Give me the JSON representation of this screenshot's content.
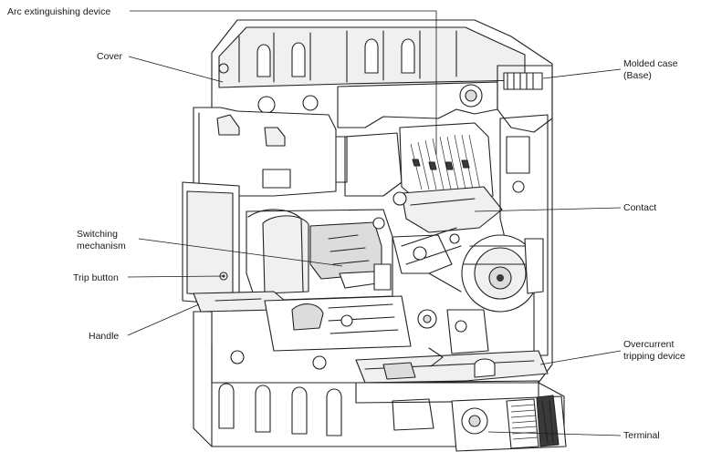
{
  "labels": {
    "arc": "Arc extinguishing device",
    "cover": "Cover",
    "molded1": "Molded case",
    "molded2": "(Base)",
    "contact": "Contact",
    "switching1": "Switching",
    "switching2": "mechanism",
    "trip": "Trip button",
    "handle": "Handle",
    "overcurrent1": "Overcurrent",
    "overcurrent2": "tripping device",
    "terminal": "Terminal"
  }
}
